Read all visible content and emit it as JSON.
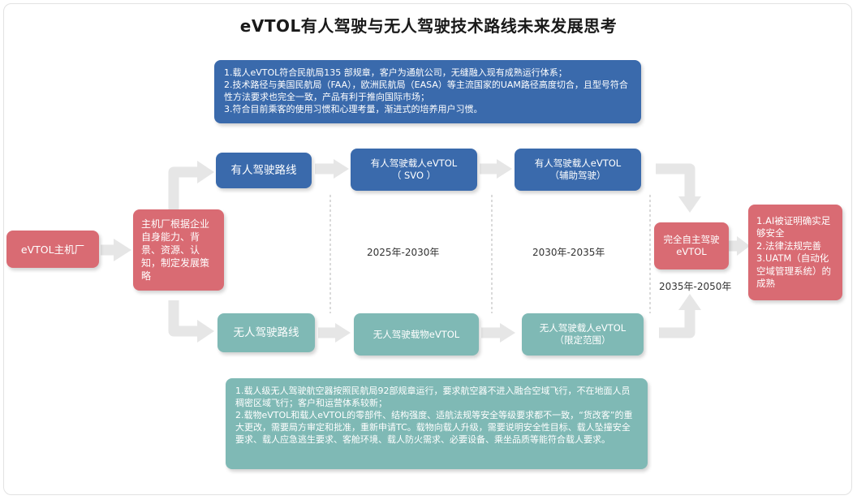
{
  "title": "eVTOL有人驾驶与无人驾驶技术路线未来发展思考",
  "manned_note": [
    "1.载人eVTOL符合民航局135 部规章，客户为通航公司，无缝融入现有成熟运行体系；",
    "2.技术路径与美国民航局（FAA），欧洲民航局（EASA）等主流国家的UAM路径高度切合，且型号符合性方法要求也完全一致，产品有利于推向国际市场；",
    "3.符合目前乘客的使用习惯和心理考量，渐进式的培养用户习惯。"
  ],
  "unmanned_note": [
    "1.载人级无人驾驶航空器按照民航局92部规章运行，要求航空器不进入融合空域飞行，不在地面人员稠密区域飞行；客户和运营体系较新；",
    "2.载物eVTOL和载人eVTOL的零部件、结构强度、适航法规等安全等级要求都不一致，“货改客”的重大更改，需要局方审定和批准，重新申请TC。载物向载人升级，需要说明安全性目标、载人坠撞安全要求、载人应急逃生要求、客舱环境、载人防火需求、必要设备、乘坐品质等能符合载人要求。"
  ],
  "oem": "eVTOL主机厂",
  "strategy": "主机厂根据企业自身能力、背景、资源、认知，制定发展策略",
  "manned_route": "有人驾驶路线",
  "unmanned_route": "无人驾驶路线",
  "manned_svo": [
    "有人驾驶载人eVTOL",
    "（ SVO ）"
  ],
  "manned_assist": [
    "有人驾驶载人eVTOL",
    "（辅助驾驶）"
  ],
  "unmanned_cargo": "无人驾驶载物eVTOL",
  "unmanned_limited": [
    "无人驾驶载人eVTOL",
    "（限定范围）"
  ],
  "autonomous": [
    "完全自主驾驶",
    "eVTOL"
  ],
  "conditions": "1.AI被证明确实足够安全\n2.法律法规完善\n3.UATM（自动化空域管理系统）的成熟",
  "periods": [
    "2025年-2030年",
    "2030年-2035年",
    "2035年-2050年"
  ],
  "colors": {
    "blue": "#3a6aac",
    "teal": "#7fb9b5",
    "red": "#d96b73",
    "arrow": "#e6e6e6"
  }
}
